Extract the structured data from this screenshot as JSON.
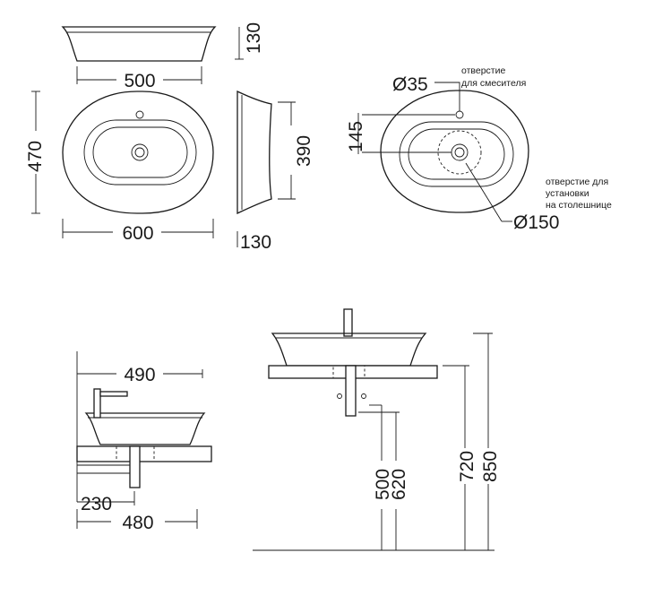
{
  "dimensions": {
    "top_width": "500",
    "top_height": "130",
    "plan_width": "600",
    "plan_depth": "470",
    "side_depth": "390",
    "side_height": "130",
    "tap_hole_diameter": "Ø35",
    "tap_hole_offset": "145",
    "mount_hole_diameter": "Ø150",
    "profile_depth": "490",
    "drain_offset": "230",
    "counter_depth": "480",
    "drain_height": "500",
    "waste_height": "620",
    "counter_height": "720",
    "total_height": "850"
  },
  "notes": {
    "tap_hole": [
      "отверстие",
      "для смесителя"
    ],
    "mount_hole": [
      "отверстие для",
      "установки",
      "на столешнице"
    ]
  }
}
